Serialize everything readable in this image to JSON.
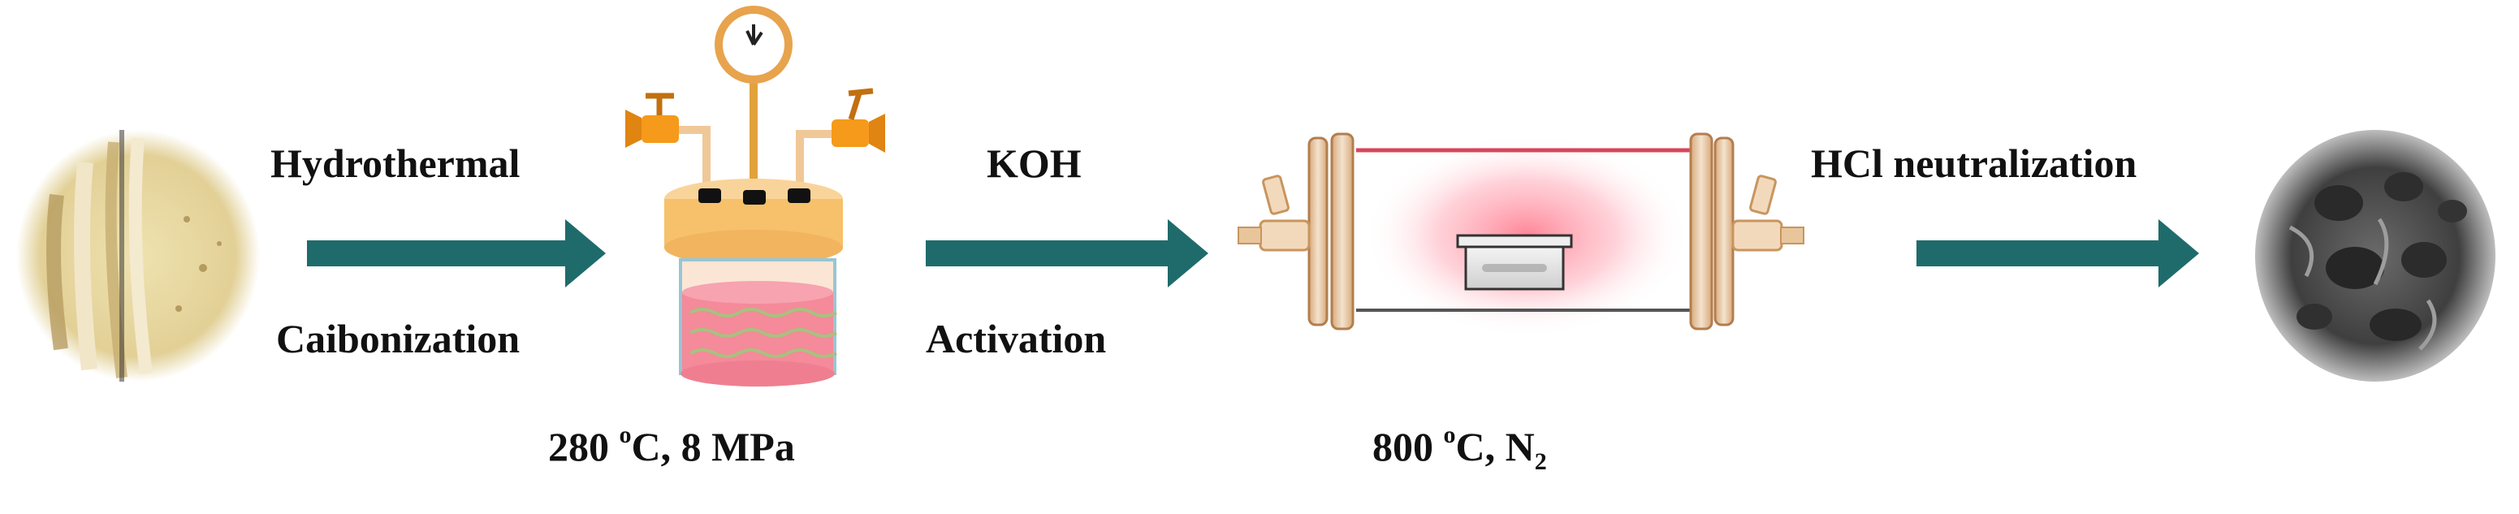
{
  "steps": {
    "step1": {
      "top": "Hydrothermal",
      "bottom": "Caibonization"
    },
    "step2": {
      "top": "KOH",
      "bottom": "Activation"
    },
    "step3": {
      "top": "HCl neutralization"
    }
  },
  "conditions": {
    "reactor": {
      "temp": "280",
      "unit_sup": "o",
      "rest": "C, 8 MPa"
    },
    "furnace": {
      "temp": "800",
      "unit_sup": "o",
      "rest": "C, N",
      "subscript": "2"
    }
  },
  "colors": {
    "arrow": "#1f6b6b",
    "reactor_lid": "#f6c16a",
    "reactor_body": "#f7b48a",
    "slurry": "#f48a9a",
    "valve": "#f59a1a",
    "furnace_glow": "#ff8a9a",
    "sample_raw": "#e8d9a6",
    "sample_carbon": "#555555"
  }
}
